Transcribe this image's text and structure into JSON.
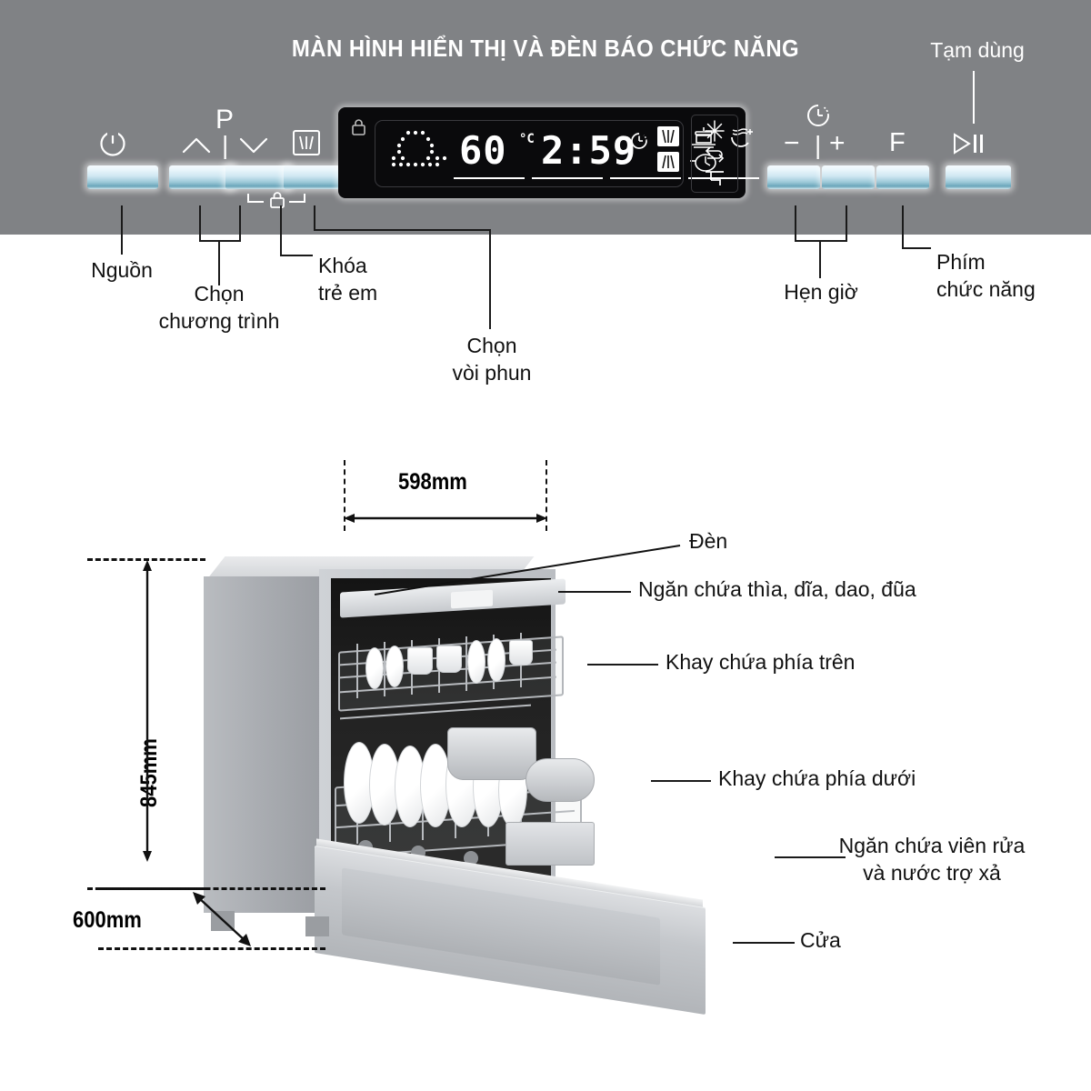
{
  "panel": {
    "title": "MÀN HÌNH HIỂN THỊ VÀ ĐÈN BÁO CHỨC NĂNG",
    "bg_color": "#808285",
    "button_accent": "#9ecad9",
    "icons": {
      "power": "power-icon",
      "program": "P",
      "chevron_up": "chevron-up-icon",
      "chevron_down": "chevron-down-icon",
      "divider": "|",
      "spray": "spray-arm-icon",
      "child_lock": "padlock-icon",
      "timer": "clock-icon",
      "minus": "−",
      "plus": "+",
      "function": "F",
      "play_pause": "play-pause-icon"
    },
    "labels": {
      "pause": "Tạm dùng",
      "power": "Nguồn",
      "program_select": "Chọn\nchương trình",
      "child_lock": "Khóa\ntrẻ em",
      "spray_select": "Chọn\nvòi phun",
      "timer": "Hẹn giờ",
      "function_key": "Phím\nchức năng"
    }
  },
  "display": {
    "lock_icon": "padlock-icon",
    "matrix_icon": "dot-matrix-program-icon",
    "temperature": "60",
    "temperature_unit": "°C",
    "time": "2:59",
    "status_icons": [
      "clock-icon",
      "upper-spray-icon",
      "lower-spray-icon",
      "pot-steam-icon",
      "egg-timer-icon",
      "extra-steam-icon"
    ],
    "side_icons": [
      "sparkle-icon",
      "recycle-arrows-icon",
      "faucet-icon"
    ],
    "progress_segments": 4
  },
  "dimensions": {
    "width": "598mm",
    "height": "845mm",
    "depth": "600mm"
  },
  "parts": {
    "light": "Đèn",
    "cutlery_tray": "Ngăn chứa thìa, dĩa, dao, đũa",
    "upper_rack": "Khay chứa phía trên",
    "lower_rack": "Khay chứa phía dưới",
    "detergent": "Ngăn chứa viên rửa\nvà nước trợ xả",
    "door": "Cửa"
  }
}
